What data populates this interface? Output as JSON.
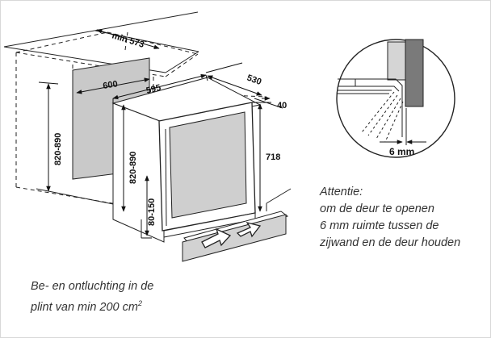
{
  "dimensions": {
    "niche_depth_min": "min 573",
    "niche_width": "600",
    "niche_height": "820-890",
    "appliance_width": "595",
    "appliance_depth": "530",
    "door_thickness": "40",
    "appliance_height": "820-890",
    "door_height": "718",
    "plinth_height": "80-150"
  },
  "detail": {
    "gap_label": "6 mm"
  },
  "notes": {
    "attention": [
      "Attentie:",
      "om de deur te openen",
      "6 mm ruimte tussen de",
      "zijwand en de deur houden"
    ],
    "ventilation_line1": "Be- en ontluchting in de",
    "ventilation_line2_prefix": "plint van min 200 cm",
    "ventilation_line2_sup": "2"
  }
}
